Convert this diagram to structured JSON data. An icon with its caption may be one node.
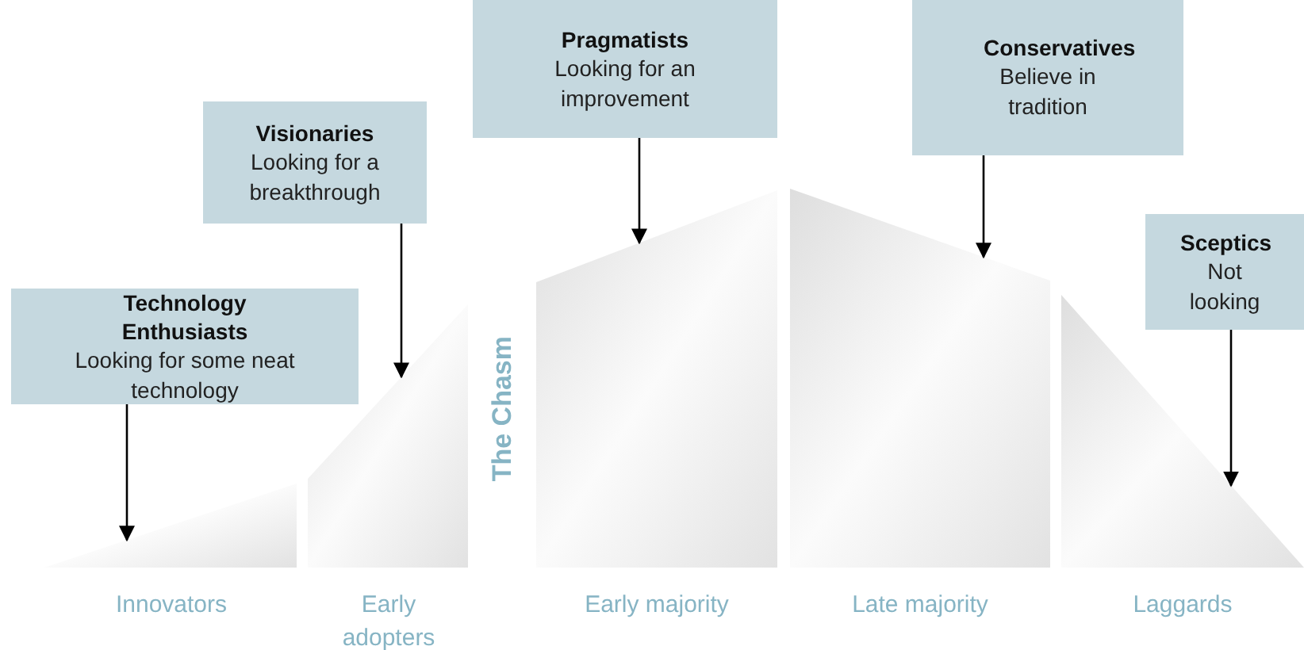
{
  "diagram": {
    "nodes": [
      {
        "text": [
          "Technology Enthusiasts",
          "Looking for some neat technology"
        ]
      },
      {
        "text": [
          "Visionaries",
          "Looking for a breakthrough"
        ]
      },
      {
        "text": [
          "Pragmatists",
          "Looking for an improvement"
        ]
      },
      {
        "text": [
          "Conservatives",
          "Believe in tradition"
        ]
      },
      {
        "text": [
          "Sceptics",
          "Not looking"
        ]
      },
      {
        "text": [],
        "shape": "triangle",
        "beside": [
          "Innovators"
        ]
      },
      {
        "text": [],
        "shape": "trapezoid",
        "beside": [
          "Early adopters"
        ]
      },
      {
        "text": [],
        "shape": "trapezoid",
        "beside": [
          "Early majority"
        ]
      },
      {
        "text": [],
        "shape": "trapezoid",
        "beside": [
          "Late majority"
        ]
      },
      {
        "text": [],
        "shape": "triangle",
        "beside": [
          "Laggards"
        ]
      }
    ],
    "edges": [
      {
        "from": 0,
        "to": 5,
        "arrow": "to"
      },
      {
        "from": 1,
        "to": 6,
        "arrow": "to"
      },
      {
        "from": 2,
        "to": 7,
        "arrow": "to"
      },
      {
        "from": 3,
        "to": 8,
        "arrow": "to"
      },
      {
        "from": 4,
        "to": 9,
        "arrow": "to"
      }
    ],
    "labels": [
      "The Chasm"
    ]
  }
}
